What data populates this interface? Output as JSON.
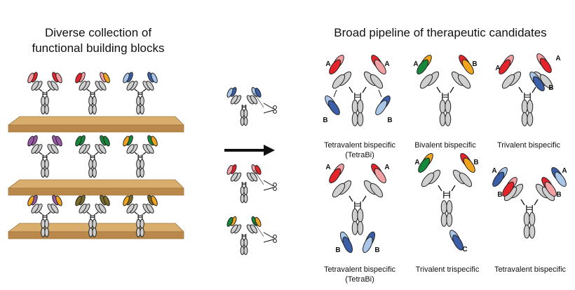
{
  "left_title": [
    "Diverse collection of",
    "functional building blocks"
  ],
  "right_title": "Broad pipeline of therapeutic candidates",
  "formats": [
    {
      "caption": [
        "Tetravalent bispecific",
        "(TetraBi)"
      ],
      "labels": [
        "A",
        "A",
        "B",
        "B"
      ]
    },
    {
      "caption": [
        "Bivalent bispecific"
      ],
      "labels": [
        "A",
        "B"
      ]
    },
    {
      "caption": [
        "Trivalent bispecific"
      ],
      "labels": [
        "A",
        "A",
        "B"
      ]
    },
    {
      "caption": [
        "Tetravalent bispecific",
        "(TetraBi)"
      ],
      "labels": [
        "A",
        "A",
        "B",
        "B"
      ]
    },
    {
      "caption": [
        "Trivalent trispecific"
      ],
      "labels": [
        "A",
        "B",
        "C"
      ]
    },
    {
      "caption": [
        "Tetravalent bispecific"
      ],
      "labels": [
        "A",
        "B",
        "A",
        "B"
      ]
    }
  ],
  "colors": {
    "red": "#e4232b",
    "pink": "#f2a0a4",
    "light_blue": "#a9c6e8",
    "blue": "#3a5fa8",
    "green": "#17873a",
    "orange": "#f0a51c",
    "purple": "#9a59a5",
    "olive": "#7a6a2a",
    "gray": "#cfcfcf",
    "shelf": "#d9ad6c",
    "shelf_dark": "#b9884a"
  }
}
